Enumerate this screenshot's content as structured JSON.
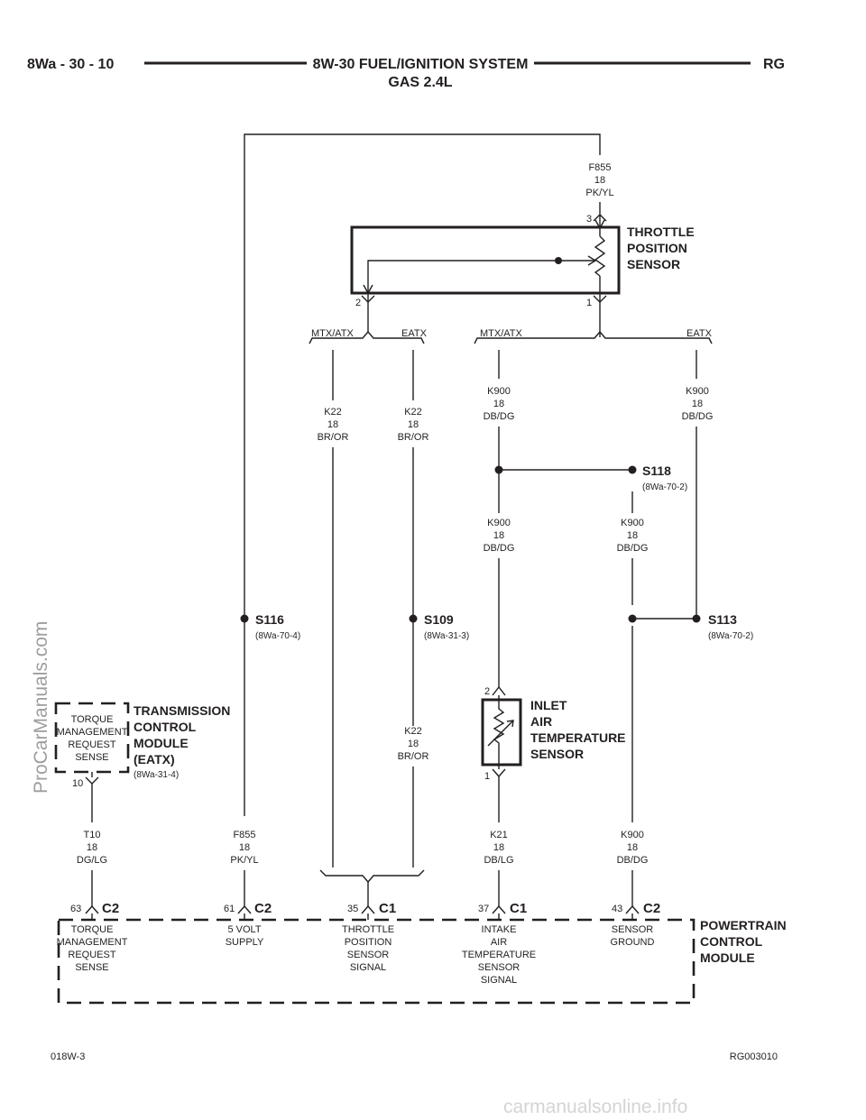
{
  "header": {
    "left": "8Wa - 30 - 10",
    "title_line1": "8W-30 FUEL/IGNITION SYSTEM",
    "title_line2": "GAS 2.4L",
    "right": "RG"
  },
  "footer": {
    "left": "018W-3",
    "right": "RG003010"
  },
  "watermarks": {
    "side": "ProCarManuals.com",
    "bottom": "carmanualsonline.info"
  },
  "components": {
    "tps": {
      "l1": "THROTTLE",
      "l2": "POSITION",
      "l3": "SENSOR",
      "pin_top": "3",
      "pin_left": "2",
      "pin_right": "1"
    },
    "iat": {
      "l1": "INLET",
      "l2": "AIR",
      "l3": "TEMPERATURE",
      "l4": "SENSOR",
      "pin_top": "2",
      "pin_bottom": "1"
    },
    "tcm": {
      "l1": "TRANSMISSION",
      "l2": "CONTROL",
      "l3": "MODULE",
      "l4": "(EATX)",
      "ref": "(8Wa-31-4)",
      "in1": "TORQUE",
      "in2": "MANAGEMENT",
      "in3": "REQUEST",
      "in4": "SENSE",
      "pin": "10"
    },
    "pcm": {
      "l1": "POWERTRAIN",
      "l2": "CONTROL",
      "l3": "MODULE"
    }
  },
  "wires": {
    "f855_top": {
      "c": "F855",
      "g": "18",
      "col": "PK/YL"
    },
    "f855_bot": {
      "c": "F855",
      "g": "18",
      "col": "PK/YL"
    },
    "k22_a": {
      "c": "K22",
      "g": "18",
      "col": "BR/OR"
    },
    "k22_b": {
      "c": "K22",
      "g": "18",
      "col": "BR/OR"
    },
    "k22_c": {
      "c": "K22",
      "g": "18",
      "col": "BR/OR"
    },
    "k900_a": {
      "c": "K900",
      "g": "18",
      "col": "DB/DG"
    },
    "k900_b": {
      "c": "K900",
      "g": "18",
      "col": "DB/DG"
    },
    "k900_c": {
      "c": "K900",
      "g": "18",
      "col": "DB/DG"
    },
    "k900_d": {
      "c": "K900",
      "g": "18",
      "col": "DB/DG"
    },
    "k900_e": {
      "c": "K900",
      "g": "18",
      "col": "DB/DG"
    },
    "t10": {
      "c": "T10",
      "g": "18",
      "col": "DG/LG"
    },
    "k21": {
      "c": "K21",
      "g": "18",
      "col": "DB/LG"
    }
  },
  "options": {
    "mtx1": "MTX/ATX",
    "eatx1": "EATX",
    "mtx2": "MTX/ATX",
    "eatx2": "EATX"
  },
  "splices": {
    "s116": {
      "name": "S116",
      "ref": "(8Wa-70-4)"
    },
    "s109": {
      "name": "S109",
      "ref": "(8Wa-31-3)"
    },
    "s118": {
      "name": "S118",
      "ref": "(8Wa-70-2)"
    },
    "s113": {
      "name": "S113",
      "ref": "(8Wa-70-2)"
    }
  },
  "pcm_pins": [
    {
      "pin": "63",
      "conn": "C2",
      "l1": "TORQUE",
      "l2": "MANAGEMENT",
      "l3": "REQUEST",
      "l4": "SENSE",
      "l5": ""
    },
    {
      "pin": "61",
      "conn": "C2",
      "l1": "5 VOLT",
      "l2": "SUPPLY",
      "l3": "",
      "l4": "",
      "l5": ""
    },
    {
      "pin": "35",
      "conn": "C1",
      "l1": "THROTTLE",
      "l2": "POSITION",
      "l3": "SENSOR",
      "l4": "SIGNAL",
      "l5": ""
    },
    {
      "pin": "37",
      "conn": "C1",
      "l1": "INTAKE",
      "l2": "AIR",
      "l3": "TEMPERATURE",
      "l4": "SENSOR",
      "l5": "SIGNAL"
    },
    {
      "pin": "43",
      "conn": "C2",
      "l1": "SENSOR",
      "l2": "GROUND",
      "l3": "",
      "l4": "",
      "l5": ""
    }
  ]
}
